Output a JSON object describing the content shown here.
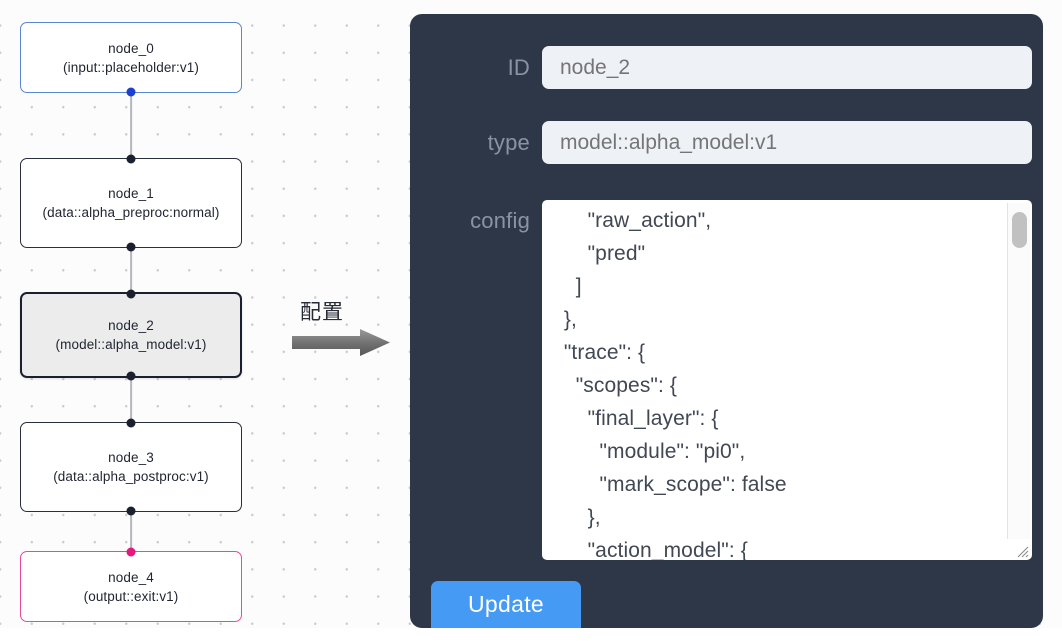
{
  "canvas": {
    "grid": "dot-grid",
    "background_color": "#fcfcfd",
    "dot_color": "#c9ccd4"
  },
  "graph": {
    "nodes": [
      {
        "id": "node_0",
        "title": "node_0",
        "subtitle": "(input::placeholder:v1)",
        "role": "input",
        "border_color": "#5b86d0",
        "handle_color": "#1b3fcf",
        "selected": false
      },
      {
        "id": "node_1",
        "title": "node_1",
        "subtitle": "(data::alpha_preproc:normal)",
        "role": "data",
        "border_color": "#2b2f3d",
        "handle_color": "#1b2030",
        "selected": false
      },
      {
        "id": "node_2",
        "title": "node_2",
        "subtitle": "(model::alpha_model:v1)",
        "role": "model",
        "border_color": "#1b2030",
        "handle_color": "#1b2030",
        "selected": true
      },
      {
        "id": "node_3",
        "title": "node_3",
        "subtitle": "(data::alpha_postproc:v1)",
        "role": "data",
        "border_color": "#2b2f3d",
        "handle_color": "#1b2030",
        "selected": false
      },
      {
        "id": "node_4",
        "title": "node_4",
        "subtitle": "(output::exit:v1)",
        "role": "output",
        "border_color": "#e8499a",
        "handle_color": "#e8177f",
        "selected": false
      }
    ],
    "edges": [
      {
        "from": "node_0",
        "to": "node_1"
      },
      {
        "from": "node_1",
        "to": "node_2"
      },
      {
        "from": "node_2",
        "to": "node_3"
      },
      {
        "from": "node_3",
        "to": "node_4"
      }
    ]
  },
  "annotation": {
    "caption": "配置",
    "arrow": "right-arrow",
    "arrow_color": "#7b7b7b"
  },
  "config_panel": {
    "background_color": "#2d3748",
    "fields": {
      "id": {
        "label": "ID",
        "value": "node_2",
        "placeholder": "node_2"
      },
      "type": {
        "label": "type",
        "value": "model::alpha_model:v1",
        "placeholder": "model::alpha_model:v1"
      },
      "config": {
        "label": "config",
        "value": "      \"raw_action\",\n      \"pred\"\n    ]\n  },\n  \"trace\": {\n    \"scopes\": {\n      \"final_layer\": {\n        \"module\": \"pi0\",\n        \"mark_scope\": false\n      },\n      \"action_model\": {",
        "scrollbar": {
          "visible": true,
          "thumb_position": "near-top"
        },
        "resize_handle": "resize-grip-icon"
      }
    },
    "update_button": {
      "label": "Update",
      "color": "#459af4"
    }
  }
}
